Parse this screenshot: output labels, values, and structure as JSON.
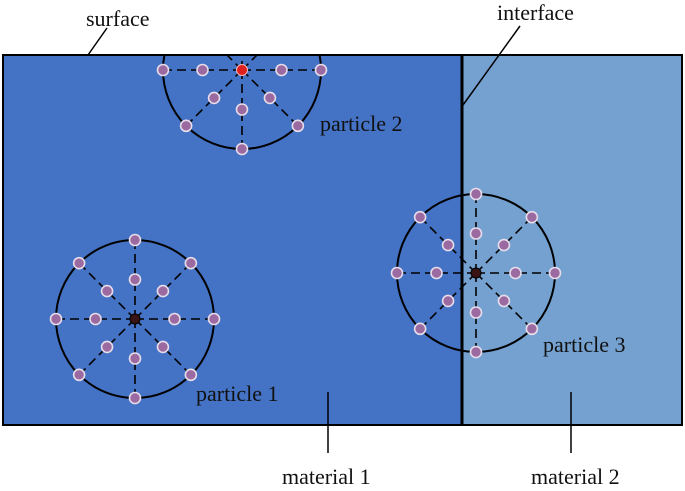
{
  "labels": {
    "surface": "surface",
    "interface": "interface",
    "particle_1": "particle 1",
    "particle_2": "particle 2",
    "particle_3": "particle 3",
    "material_1": "material 1",
    "material_2": "material 2"
  },
  "colors": {
    "material_1_fill": "#4472c4",
    "material_2_fill": "#75a1d0",
    "outline": "#000000",
    "node_fill": "#9a6aa0",
    "node_stroke": "#e6dcea",
    "center_node_particle_2": "#e0201e",
    "center_node_dark": "#3a1414"
  },
  "particles": [
    {
      "id": "particle-1",
      "center_marker": "dark",
      "clipped_by_surface": false
    },
    {
      "id": "particle-2",
      "center_marker": "red",
      "clipped_by_surface": true
    },
    {
      "id": "particle-3",
      "center_marker": "dark",
      "clipped_by_surface": false
    }
  ]
}
